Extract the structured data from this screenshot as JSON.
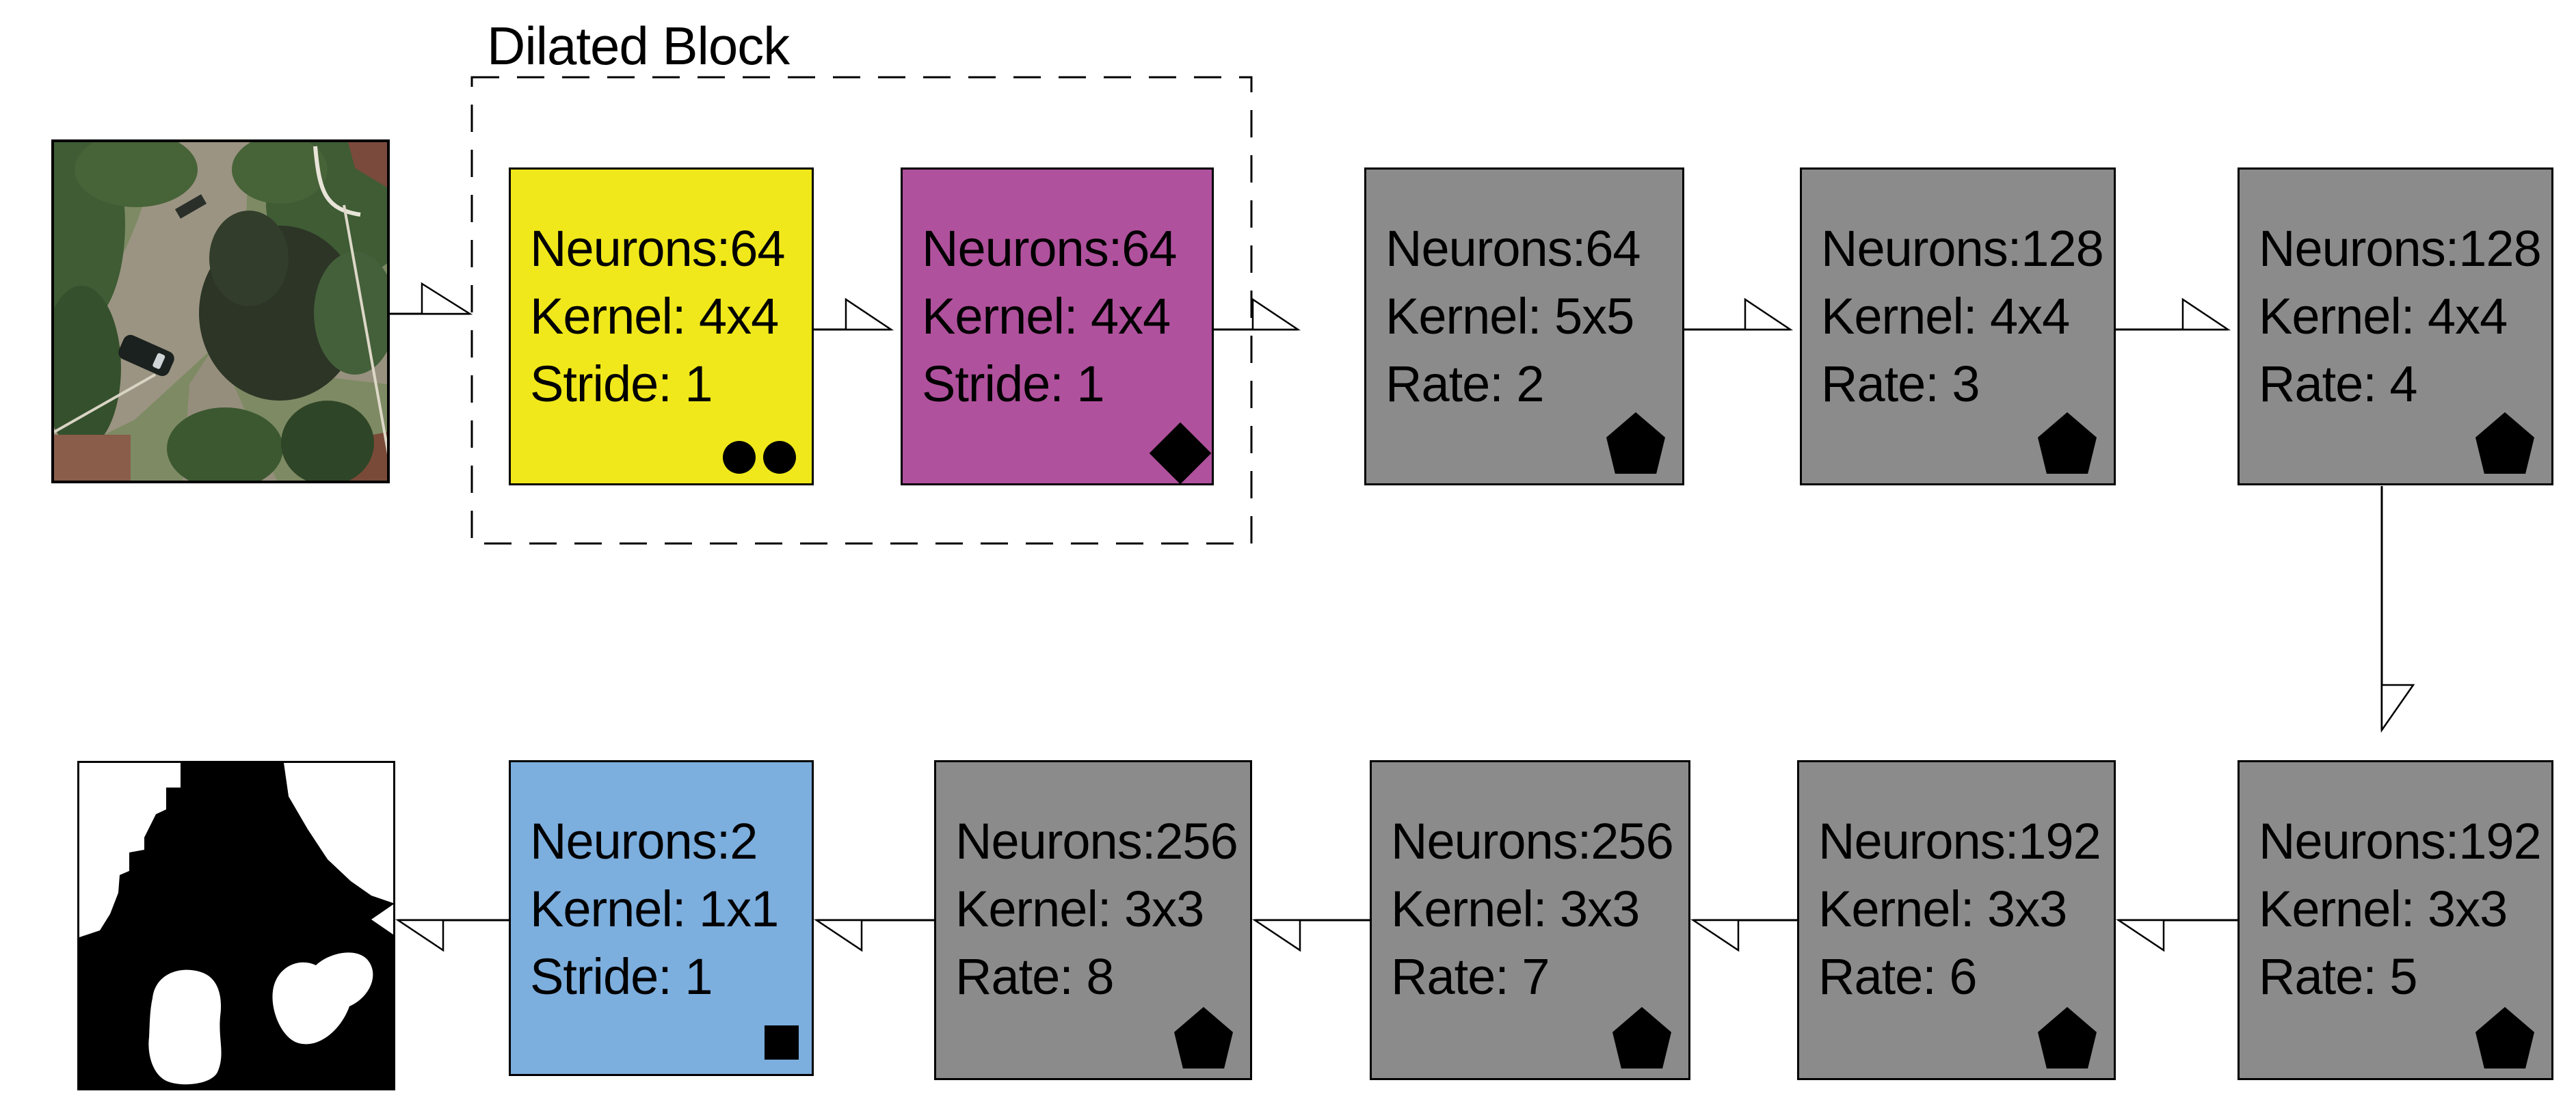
{
  "diagram": {
    "dilated_block_label": "Dilated Block",
    "input_image": "aerial-orthophoto-input",
    "output_image": "binary-segmentation-mask-output",
    "colors": {
      "conv_yellow": "#f0e81a",
      "deconv_magenta": "#b0519d",
      "dilated_gray": "#8b8b8b",
      "output_blue": "#7caede",
      "outline": "#000000"
    },
    "blocks": {
      "top_row": [
        {
          "id": "conv-1",
          "lines": [
            "Neurons:64",
            "Kernel: 4x4",
            "Stride: 1"
          ],
          "icon": "two-circles-icon",
          "color": "#f0e81a",
          "in_dilated_block": true
        },
        {
          "id": "conv-2",
          "lines": [
            "Neurons:64",
            "Kernel: 4x4",
            "Stride: 1"
          ],
          "icon": "diamond-icon",
          "color": "#b0519d",
          "in_dilated_block": true
        },
        {
          "id": "dilated-rate-2",
          "lines": [
            "Neurons:64",
            "Kernel: 5x5",
            "Rate: 2"
          ],
          "icon": "pentagon-icon",
          "color": "#8b8b8b",
          "in_dilated_block": false
        },
        {
          "id": "dilated-rate-3",
          "lines": [
            "Neurons:128",
            "Kernel: 4x4",
            "Rate: 3"
          ],
          "icon": "pentagon-icon",
          "color": "#8b8b8b",
          "in_dilated_block": false
        },
        {
          "id": "dilated-rate-4",
          "lines": [
            "Neurons:128",
            "Kernel: 4x4",
            "Rate: 4"
          ],
          "icon": "pentagon-icon",
          "color": "#8b8b8b",
          "in_dilated_block": false
        }
      ],
      "bottom_row": [
        {
          "id": "output-conv",
          "lines": [
            "Neurons:2",
            "Kernel: 1x1",
            "Stride: 1"
          ],
          "icon": "square-icon",
          "color": "#7caede",
          "in_dilated_block": false
        },
        {
          "id": "dilated-rate-8",
          "lines": [
            "Neurons:256",
            "Kernel: 3x3",
            "Rate: 8"
          ],
          "icon": "pentagon-icon",
          "color": "#8b8b8b",
          "in_dilated_block": false
        },
        {
          "id": "dilated-rate-7",
          "lines": [
            "Neurons:256",
            "Kernel: 3x3",
            "Rate: 7"
          ],
          "icon": "pentagon-icon",
          "color": "#8b8b8b",
          "in_dilated_block": false
        },
        {
          "id": "dilated-rate-6",
          "lines": [
            "Neurons:192",
            "Kernel: 3x3",
            "Rate: 6"
          ],
          "icon": "pentagon-icon",
          "color": "#8b8b8b",
          "in_dilated_block": false
        },
        {
          "id": "dilated-rate-5",
          "lines": [
            "Neurons:192",
            "Kernel: 3x3",
            "Rate: 5"
          ],
          "icon": "pentagon-icon",
          "color": "#8b8b8b",
          "in_dilated_block": false
        }
      ]
    },
    "connections": [
      {
        "from": "input-image",
        "to": "dilated-block",
        "direction": "right"
      },
      {
        "from": "conv-1",
        "to": "conv-2",
        "direction": "right"
      },
      {
        "from": "conv-2",
        "to": "dilated-rate-2",
        "direction": "right"
      },
      {
        "from": "dilated-rate-2",
        "to": "dilated-rate-3",
        "direction": "right"
      },
      {
        "from": "dilated-rate-3",
        "to": "dilated-rate-4",
        "direction": "right"
      },
      {
        "from": "dilated-rate-4",
        "to": "dilated-rate-5",
        "direction": "down"
      },
      {
        "from": "dilated-rate-5",
        "to": "dilated-rate-6",
        "direction": "left"
      },
      {
        "from": "dilated-rate-6",
        "to": "dilated-rate-7",
        "direction": "left"
      },
      {
        "from": "dilated-rate-7",
        "to": "dilated-rate-8",
        "direction": "left"
      },
      {
        "from": "dilated-rate-8",
        "to": "output-conv",
        "direction": "left"
      },
      {
        "from": "output-conv",
        "to": "output-image",
        "direction": "left"
      }
    ]
  }
}
